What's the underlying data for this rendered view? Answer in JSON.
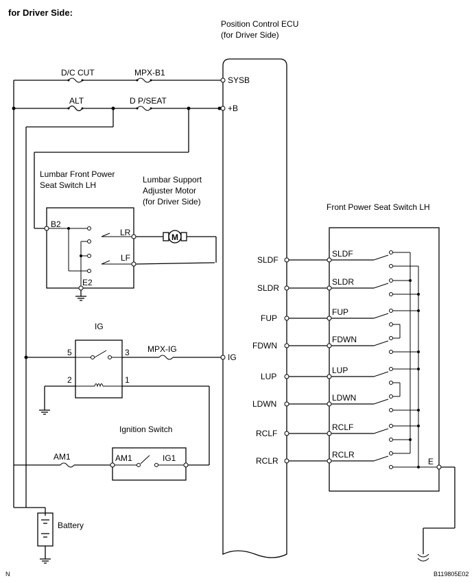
{
  "title": "for Driver Side:",
  "ecu": {
    "line1": "Position Control ECU",
    "line2": "(for Driver Side)"
  },
  "ecu_pins": {
    "sysb": "SYSB",
    "b": "+B",
    "ig": "IG",
    "sldf": "SLDF",
    "sldr": "SLDR",
    "fup": "FUP",
    "fdwn": "FDWN",
    "lup": "LUP",
    "ldwn": "LDWN",
    "rclf": "RCLF",
    "rclr": "RCLR"
  },
  "fuses": {
    "dc_cut": "D/C CUT",
    "mpx_b1": "MPX-B1",
    "alt": "ALT",
    "dp_seat": "D P/SEAT",
    "mpx_ig": "MPX-IG",
    "am1": "AM1"
  },
  "lumbar_switch": {
    "line1": "Lumbar Front Power",
    "line2": "Seat Switch LH",
    "b2": "B2",
    "lr": "LR",
    "lf": "LF",
    "e2": "E2"
  },
  "lumbar_motor": {
    "line1": "Lumbar Support",
    "line2": "Adjuster Motor",
    "line3": "(for Driver Side)",
    "symbol": "M"
  },
  "ig_relay": {
    "label": "IG",
    "p5": "5",
    "p3": "3",
    "p2": "2",
    "p1": "1"
  },
  "ignition_switch": {
    "label": "Ignition Switch",
    "am1": "AM1",
    "ig1": "IG1"
  },
  "battery": {
    "label": "Battery"
  },
  "front_switch": {
    "label": "Front Power Seat Switch LH",
    "pins": [
      "SLDF",
      "SLDR",
      "FUP",
      "FDWN",
      "LUP",
      "LDWN",
      "RCLF",
      "RCLR"
    ],
    "e": "E"
  },
  "footer": {
    "left": "N",
    "right": "B119805E02"
  }
}
